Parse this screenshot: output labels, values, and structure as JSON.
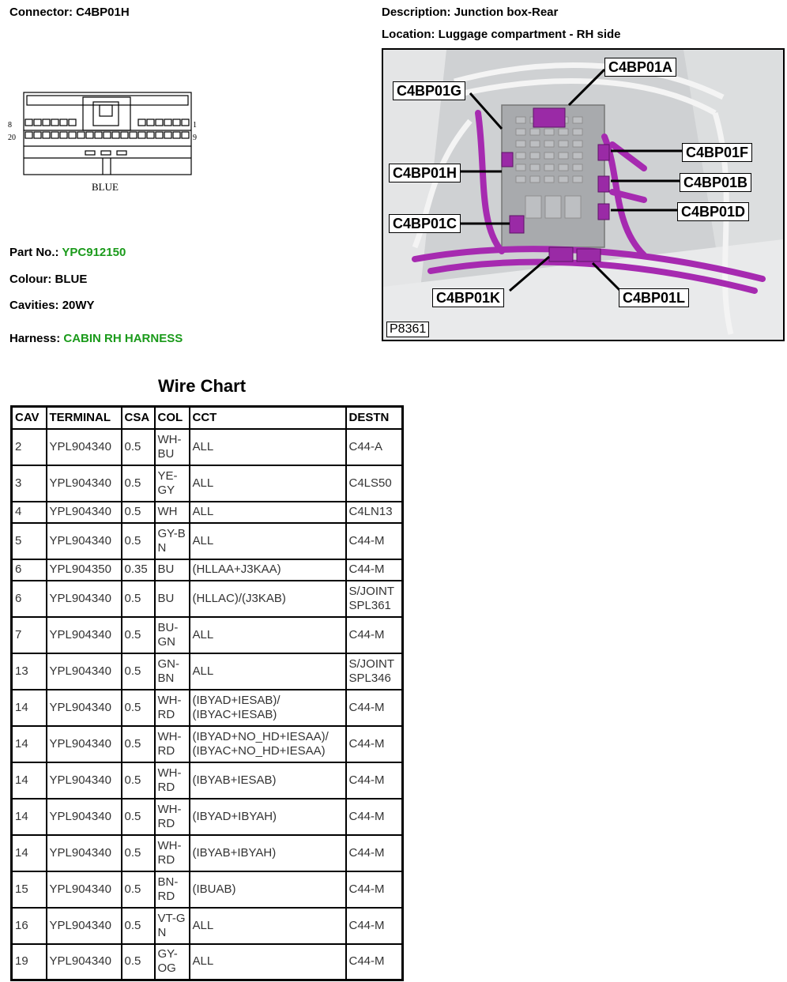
{
  "header": {
    "connector": "Connector: C4BP01H",
    "description": "Description: Junction box-Rear",
    "location": "Location: Luggage compartment - RH side"
  },
  "diagram": {
    "pin_left_top": "8",
    "pin_left_bottom": "20",
    "pin_right_top": "1",
    "pin_right_bottom": "9",
    "color_label": "BLUE"
  },
  "info": {
    "part_label": "Part No.: ",
    "part_value": "YPC912150",
    "colour": "Colour: BLUE",
    "cavities": "Cavities: 20WY",
    "harness_label": "Harness: ",
    "harness_value": "CABIN RH HARNESS"
  },
  "photo": {
    "id": "P8361",
    "callouts": [
      "C4BP01A",
      "C4BP01G",
      "C4BP01F",
      "C4BP01H",
      "C4BP01B",
      "C4BP01D",
      "C4BP01C",
      "C4BP01K",
      "C4BP01L"
    ]
  },
  "wire_chart": {
    "title": "Wire Chart",
    "headers": [
      "CAV",
      "TERMINAL",
      "CSA",
      "COL",
      "CCT",
      "DESTN"
    ],
    "rows": [
      {
        "cav": "2",
        "terminal": "YPL904340",
        "csa": "0.5",
        "col": "WH-BU",
        "cct": "ALL",
        "destn": "C44-A",
        "tall": true
      },
      {
        "cav": "3",
        "terminal": "YPL904340",
        "csa": "0.5",
        "col": "YE-GY",
        "cct": "ALL",
        "destn": "C4LS50",
        "tall": true
      },
      {
        "cav": "4",
        "terminal": "YPL904340",
        "csa": "0.5",
        "col": "WH",
        "cct": "ALL",
        "destn": "C4LN13",
        "tall": false
      },
      {
        "cav": "5",
        "terminal": "YPL904340",
        "csa": "0.5",
        "col": "GY-BN",
        "cct": "ALL",
        "destn": "C44-M",
        "tall": true
      },
      {
        "cav": "6",
        "terminal": "YPL904350",
        "csa": "0.35",
        "col": "BU",
        "cct": "(HLLAA+J3KAA)",
        "destn": "C44-M",
        "tall": false
      },
      {
        "cav": "6",
        "terminal": "YPL904340",
        "csa": "0.5",
        "col": "BU",
        "cct": "(HLLAC)/(J3KAB)",
        "destn": "S/JOINT SPL361",
        "tall": true
      },
      {
        "cav": "7",
        "terminal": "YPL904340",
        "csa": "0.5",
        "col": "BU-GN",
        "cct": "ALL",
        "destn": "C44-M",
        "tall": true
      },
      {
        "cav": "13",
        "terminal": "YPL904340",
        "csa": "0.5",
        "col": "GN-BN",
        "cct": "ALL",
        "destn": "S/JOINT SPL346",
        "tall": true
      },
      {
        "cav": "14",
        "terminal": "YPL904340",
        "csa": "0.5",
        "col": "WH-RD",
        "cct": "(IBYAD+IESAB)/ (IBYAC+IESAB)",
        "destn": "C44-M",
        "tall": true
      },
      {
        "cav": "14",
        "terminal": "YPL904340",
        "csa": "0.5",
        "col": "WH-RD",
        "cct": "(IBYAD+NO_HD+IESAA)/ (IBYAC+NO_HD+IESAA)",
        "destn": "C44-M",
        "tall": true
      },
      {
        "cav": "14",
        "terminal": "YPL904340",
        "csa": "0.5",
        "col": "WH-RD",
        "cct": "(IBYAB+IESAB)",
        "destn": "C44-M",
        "tall": true
      },
      {
        "cav": "14",
        "terminal": "YPL904340",
        "csa": "0.5",
        "col": "WH-RD",
        "cct": "(IBYAD+IBYAH)",
        "destn": "C44-M",
        "tall": true
      },
      {
        "cav": "14",
        "terminal": "YPL904340",
        "csa": "0.5",
        "col": "WH-RD",
        "cct": "(IBYAB+IBYAH)",
        "destn": "C44-M",
        "tall": true
      },
      {
        "cav": "15",
        "terminal": "YPL904340",
        "csa": "0.5",
        "col": "BN-RD",
        "cct": "(IBUAB)",
        "destn": "C44-M",
        "tall": true
      },
      {
        "cav": "16",
        "terminal": "YPL904340",
        "csa": "0.5",
        "col": "VT-GN",
        "cct": "ALL",
        "destn": "C44-M",
        "tall": true
      },
      {
        "cav": "19",
        "terminal": "YPL904340",
        "csa": "0.5",
        "col": "GY-OG",
        "cct": "ALL",
        "destn": "C44-M",
        "tall": true
      }
    ]
  }
}
